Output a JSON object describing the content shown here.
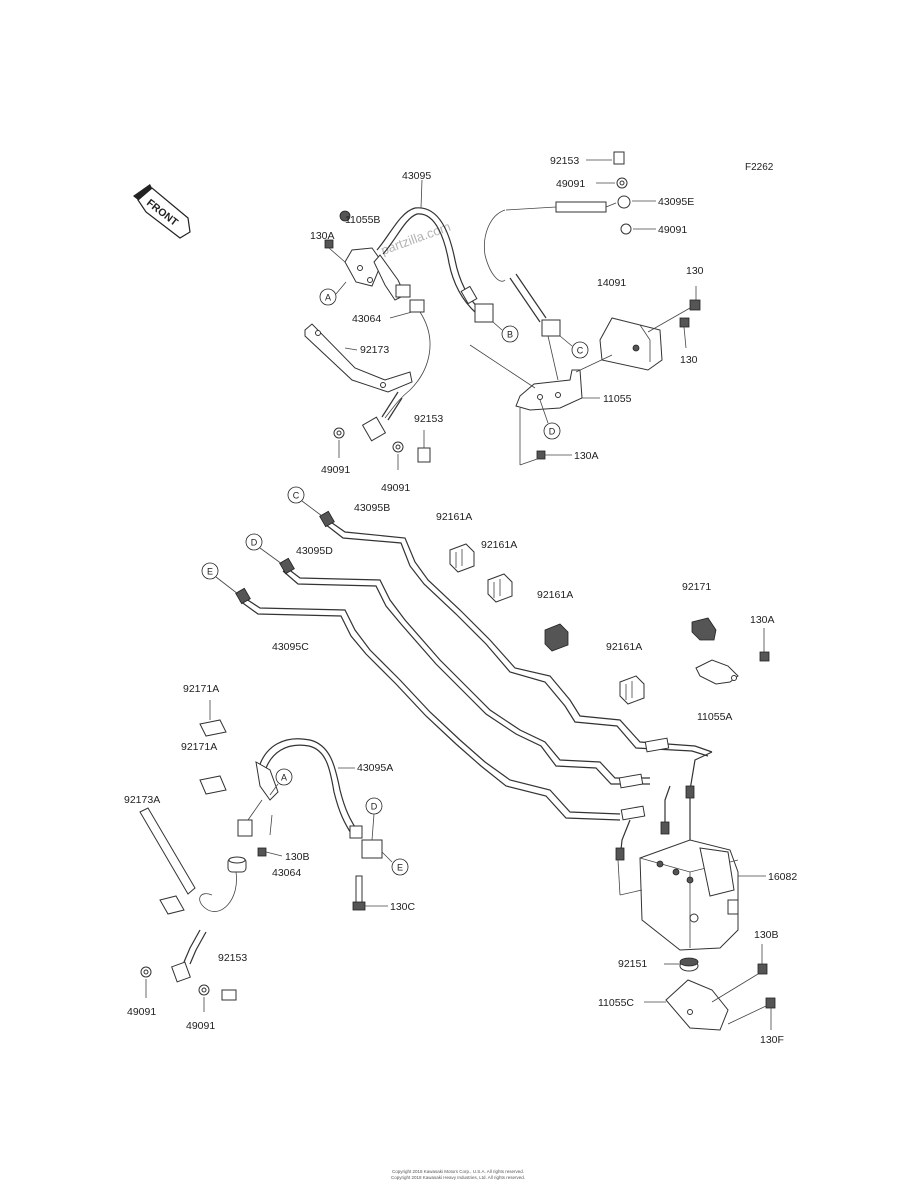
{
  "figure_code": "F2262",
  "front_arrow_label": "FRONT",
  "watermark": "partzilla.com",
  "footer": {
    "line1": "Copyright 2018 Kawasaki Motors Corp., U.S.A. All rights reserved.",
    "line2": "Copyright 2018 Kawasaki Heavy Industries, Ltd. All rights reserved."
  },
  "ref_letters": [
    "A",
    "B",
    "C",
    "D",
    "E"
  ],
  "part_labels": {
    "p92153_top": "92153",
    "p49091_top": "49091",
    "p43095E": "43095E",
    "p49091_topright": "49091",
    "p43095": "43095",
    "p11055B": "11055B",
    "p130A_top": "130A",
    "p43064_top": "43064",
    "p92173": "92173",
    "p14091": "14091",
    "p130_r1": "130",
    "p130_r2": "130",
    "p11055": "11055",
    "p130A_mid": "130A",
    "p92153_mid": "92153",
    "p49091_midL": "49091",
    "p49091_midR": "49091",
    "p43095B": "43095B",
    "p92161A_1": "92161A",
    "p92161A_2": "92161A",
    "p43095D": "43095D",
    "p92161A_3": "92161A",
    "p92161A_4": "92161A",
    "p43095C": "43095C",
    "p92171": "92171",
    "p130A_right": "130A",
    "p11055A": "11055A",
    "p92171A_1": "92171A",
    "p92171A_2": "92171A",
    "p43095A": "43095A",
    "p92173A": "92173A",
    "p130B_left": "130B",
    "p43064_bot": "43064",
    "p130C": "130C",
    "p16082": "16082",
    "p92153_bot": "92153",
    "p49091_botL": "49091",
    "p49091_botR": "49091",
    "p92151": "92151",
    "p130B_right": "130B",
    "p11055C": "11055C",
    "p130F": "130F"
  }
}
